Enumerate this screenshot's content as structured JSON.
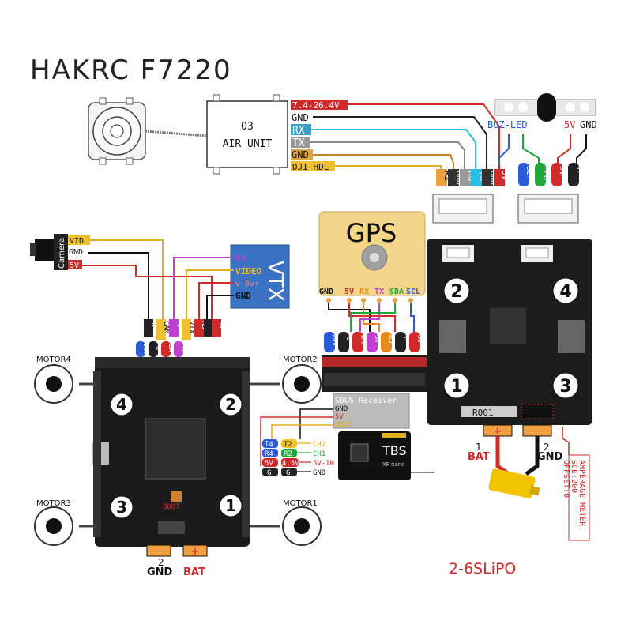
{
  "title": "HAKRC F7220",
  "air_unit": {
    "line1": "O3",
    "line2": "AIR UNIT"
  },
  "dji_wires": {
    "power": "7.4-26.4V",
    "gnd1": "GND",
    "rx": "RX",
    "tx": "TX",
    "gnd2": "GND",
    "hdl": "DJI HDL"
  },
  "esc_pads_top": [
    "R2",
    "GND",
    "R6",
    "T6",
    "GND",
    "5V"
  ],
  "buzzer_led": {
    "buz_led": "BUZ-LED",
    "v5": "5V",
    "gnd": "GND",
    "pads": [
      "BZ",
      "LED",
      "5V",
      "G"
    ]
  },
  "camera": {
    "label": "Camera",
    "vid": "VID",
    "gnd": "GND",
    "v5": "5V"
  },
  "vtx": {
    "label": "VTX",
    "rx": "RX",
    "video": "VIDEO",
    "power": "v-5v+",
    "gnd": "GND"
  },
  "fc_top_pads": [
    "G",
    "CAM",
    "T",
    "VTX",
    "R3",
    "G",
    "5V"
  ],
  "fc_top_pads_small": [
    "10V",
    "G",
    "DA",
    "ST"
  ],
  "gps": {
    "label": "GPS",
    "pins": [
      "GND",
      "5V",
      "RX",
      "TX",
      "SDA",
      "SCL"
    ],
    "pads": [
      "10V",
      "G",
      "DA",
      "ST",
      "R3",
      "G",
      "5V"
    ]
  },
  "motors": {
    "m1": "MOTOR1",
    "m2": "MOTOR2",
    "m3": "MOTOR3",
    "m4": "MOTOR4",
    "n1": "1",
    "n2": "2",
    "n3": "3",
    "n4": "4"
  },
  "receiver": {
    "sbus": "SBUS Receiver",
    "gnd": "GND",
    "v5": "5V",
    "sbus_pin": "SBUS",
    "tbs": "TBS",
    "tbs_sub": "XF nano",
    "rows": [
      {
        "left": "T4",
        "right": "T2",
        "ch": "CH2"
      },
      {
        "left": "R4",
        "right": "R2",
        "ch": "CH1"
      },
      {
        "left": "5V",
        "right": "4.5V",
        "ch": "5V-IN"
      },
      {
        "left": "G",
        "right": "G",
        "ch": "GND"
      }
    ]
  },
  "fc_bottom": {
    "gnd": "GND",
    "gnd_num": "2",
    "bat": "BAT",
    "boot": "BOOT"
  },
  "esc": {
    "bat_num": "1",
    "bat": "BAT",
    "gnd_num": "2",
    "gnd": "GND",
    "r001": "R001",
    "meter": [
      "AMPERAGE METER",
      "SCE:200",
      "OFFSET:0"
    ],
    "lipo": "2-6SLiPO"
  },
  "colors": {
    "red": "#e8262a",
    "blue": "#2b5bd6",
    "green": "#1ea83a",
    "cyan": "#20b8d8",
    "purple": "#c040d0",
    "orange": "#e88a1a",
    "yellow": "#e0c000",
    "black": "#1a1a1a"
  }
}
